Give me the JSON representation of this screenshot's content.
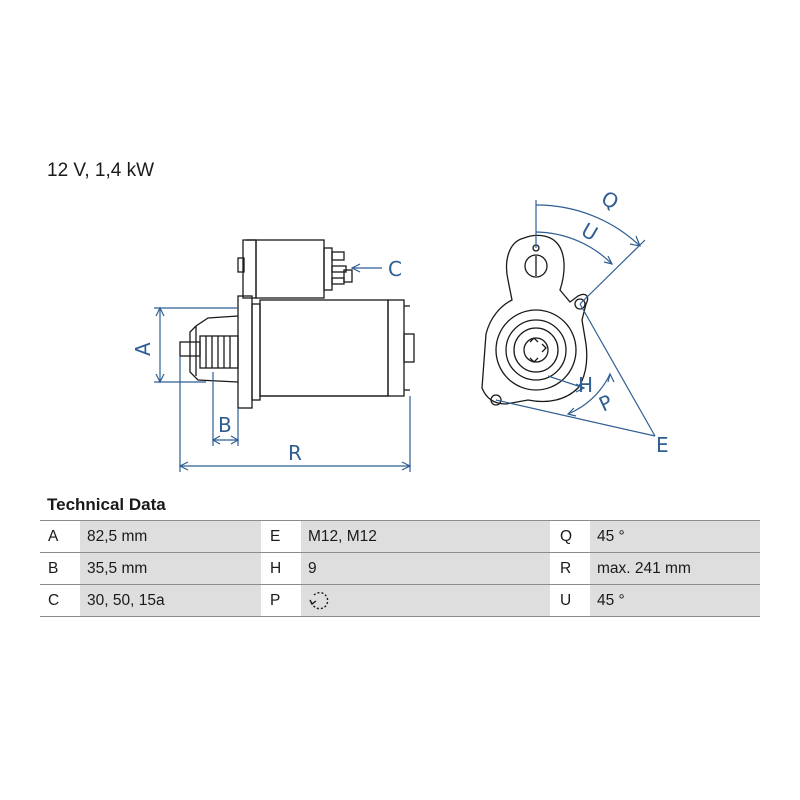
{
  "spec_line": "12 V, 1,4 kW",
  "diagram": {
    "labels": {
      "A": "A",
      "B": "B",
      "C": "C",
      "R": "R",
      "Q": "Q",
      "U": "U",
      "H": "H",
      "P": "P",
      "E": "E"
    },
    "line_color": "#2f5e92",
    "part_color": "#1a1a1a"
  },
  "technical_data": {
    "heading": "Technical Data",
    "rows": [
      [
        {
          "key": "A",
          "value": "82,5 mm"
        },
        {
          "key": "E",
          "value": "M12, M12"
        },
        {
          "key": "Q",
          "value": "45 °"
        }
      ],
      [
        {
          "key": "B",
          "value": "35,5 mm"
        },
        {
          "key": "H",
          "value": "9"
        },
        {
          "key": "R",
          "value": "max. 241 mm"
        }
      ],
      [
        {
          "key": "C",
          "value": "30, 50, 15a"
        },
        {
          "key": "P",
          "value": "",
          "icon": "rotation-direction-icon"
        },
        {
          "key": "U",
          "value": "45 °"
        }
      ]
    ]
  }
}
